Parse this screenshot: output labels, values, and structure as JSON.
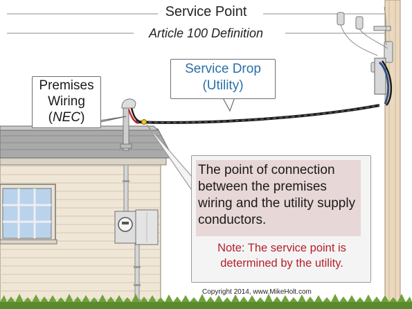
{
  "title": "Service Point",
  "subtitle": "Article 100 Definition",
  "premises_label": {
    "line1": "Premises",
    "line2": "Wiring",
    "line3_open": "(",
    "line3_em": "NEC",
    "line3_close": ")"
  },
  "service_drop_label": {
    "line1": "Service Drop",
    "line2": "(Utility)"
  },
  "definition": "The point of connection between the premises wiring and the utility supply conductors.",
  "note": "Note: The service point is determined by the utility.",
  "copyright": "Copyright 2014, www.MikeHolt.com",
  "colors": {
    "title_rule": "#b3b3b3",
    "drop_label": "#2a6fa8",
    "note": "#b41f2a",
    "definition_fill": "#e8d7d7",
    "pole": "#ead9bf",
    "siding": "#f0e6d6",
    "roof": "#a9a9a9",
    "grass": "#5a8a2e"
  }
}
